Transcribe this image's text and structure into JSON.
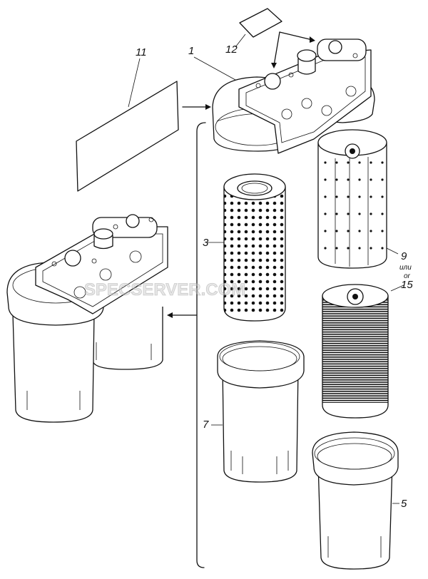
{
  "labels": {
    "l1": "1",
    "l3": "3",
    "l5": "5",
    "l7": "7",
    "l9": "9",
    "l11": "11",
    "l12": "12",
    "l15": "15",
    "ili": "или",
    "or": "or"
  },
  "watermark": "SPECSERVER.COM"
}
